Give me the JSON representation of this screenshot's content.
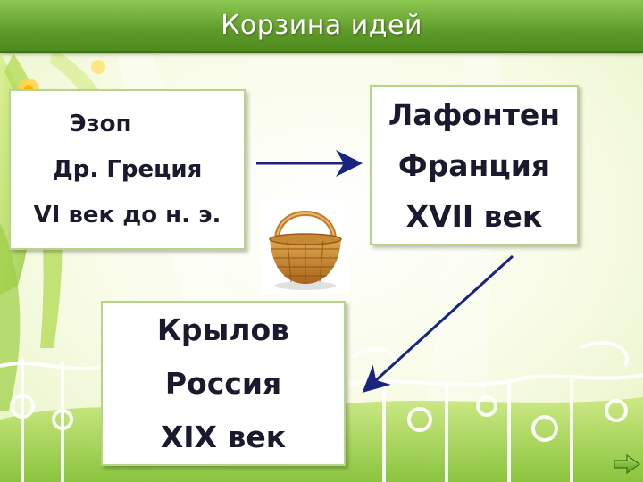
{
  "title": "Корзина идей",
  "boxes": {
    "aesop": [
      "Эзоп",
      "Др. Греция",
      "VI век до н. э."
    ],
    "lafontaine": [
      "Лафонтен",
      "Франция",
      "XVII век"
    ],
    "krylov": [
      "Крылов",
      "Россия",
      "XIX век"
    ]
  },
  "colors": {
    "title_bar": "#5f9b2a",
    "arrow": "#1a237e",
    "box_border": "#b7d48a",
    "text": "#1a1a2e"
  },
  "icons": {
    "basket": "basket-icon",
    "next": "next-arrow-icon"
  }
}
